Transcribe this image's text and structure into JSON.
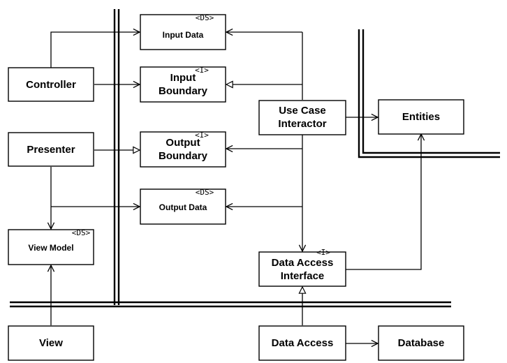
{
  "stereotypes": {
    "data_structure": "<DS>",
    "interface": "<I>"
  },
  "boxes": {
    "input_data": {
      "label": "Input Data",
      "stereotype": "<DS>"
    },
    "input_boundary": {
      "line1": "Input",
      "line2": "Boundary",
      "stereotype": "<I>"
    },
    "output_boundary": {
      "line1": "Output",
      "line2": "Boundary",
      "stereotype": "<I>"
    },
    "output_data": {
      "label": "Output Data",
      "stereotype": "<DS>"
    },
    "controller": {
      "label": "Controller"
    },
    "presenter": {
      "label": "Presenter"
    },
    "view_model": {
      "label": "View Model",
      "stereotype": "<DS>"
    },
    "use_case_interactor": {
      "line1": "Use Case",
      "line2": "Interactor"
    },
    "entities": {
      "label": "Entities"
    },
    "data_access_interface": {
      "line1": "Data Access",
      "line2": "Interface",
      "stereotype": "<I>"
    },
    "view": {
      "label": "View"
    },
    "data_access": {
      "label": "Data Access"
    },
    "database": {
      "label": "Database"
    }
  }
}
